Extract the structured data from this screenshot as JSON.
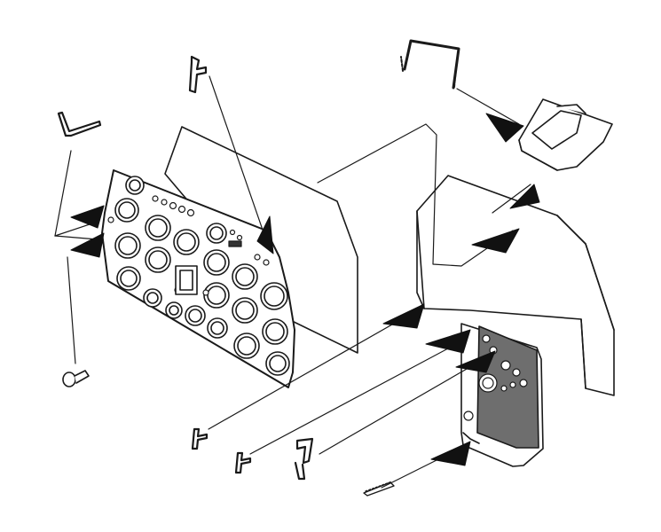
{
  "diagram": {
    "kind": "exploded assembly instruction drawing",
    "labels": [],
    "colors": {
      "line": "#1a1a1a",
      "fill": "#ffffff",
      "shade": "#6e6e6e",
      "arrow": "#111111"
    },
    "parts": [
      "instrument-panel",
      "panel-backing-sheet",
      "panel-shroud",
      "center-console",
      "gunsight",
      "gunsight-frame",
      "small-brackets",
      "knob",
      "antenna-strip"
    ]
  }
}
